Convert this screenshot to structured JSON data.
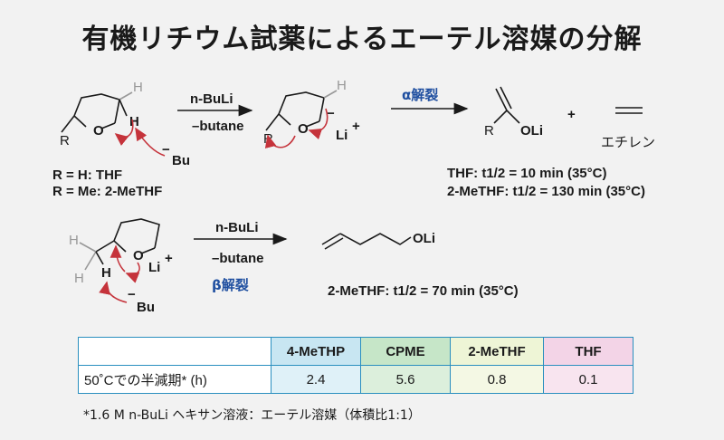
{
  "title": "有機リチウム試薬によるエーテル溶媒の分解",
  "scheme1": {
    "reagent": "n-BuLi",
    "byproduct": "–butane",
    "cleavage": "α解裂",
    "atoms": {
      "R": "R",
      "O": "O",
      "H": "H",
      "Li": "Li",
      "plus": "+",
      "minus": "−",
      "Bu": "Bu",
      "OLi": "OLi"
    },
    "product_alkene": "エチレン",
    "legend": [
      "R = H: THF",
      "R = Me: 2-MeTHF"
    ],
    "halflife": [
      "THF: t1/2 = 10 min (35°C)",
      "2-MeTHF: t1/2 = 130 min (35°C)"
    ]
  },
  "scheme2": {
    "reagent": "n-BuLi",
    "byproduct": "–butane",
    "cleavage": "β解裂",
    "product": "OLi",
    "halflife": "2-MeTHF: t1/2 = 70 min (35°C)"
  },
  "table": {
    "columns": [
      "",
      "4-MeTHP",
      "CPME",
      "2-MeTHF",
      "THF"
    ],
    "row_label": "50˚Cでの半減期* (h)",
    "values": [
      "2.4",
      "5.6",
      "0.8",
      "0.1"
    ]
  },
  "footnote": "*1.6 M n-BuLi ヘキサン溶液：エーテル溶媒（体積比1:1）"
}
